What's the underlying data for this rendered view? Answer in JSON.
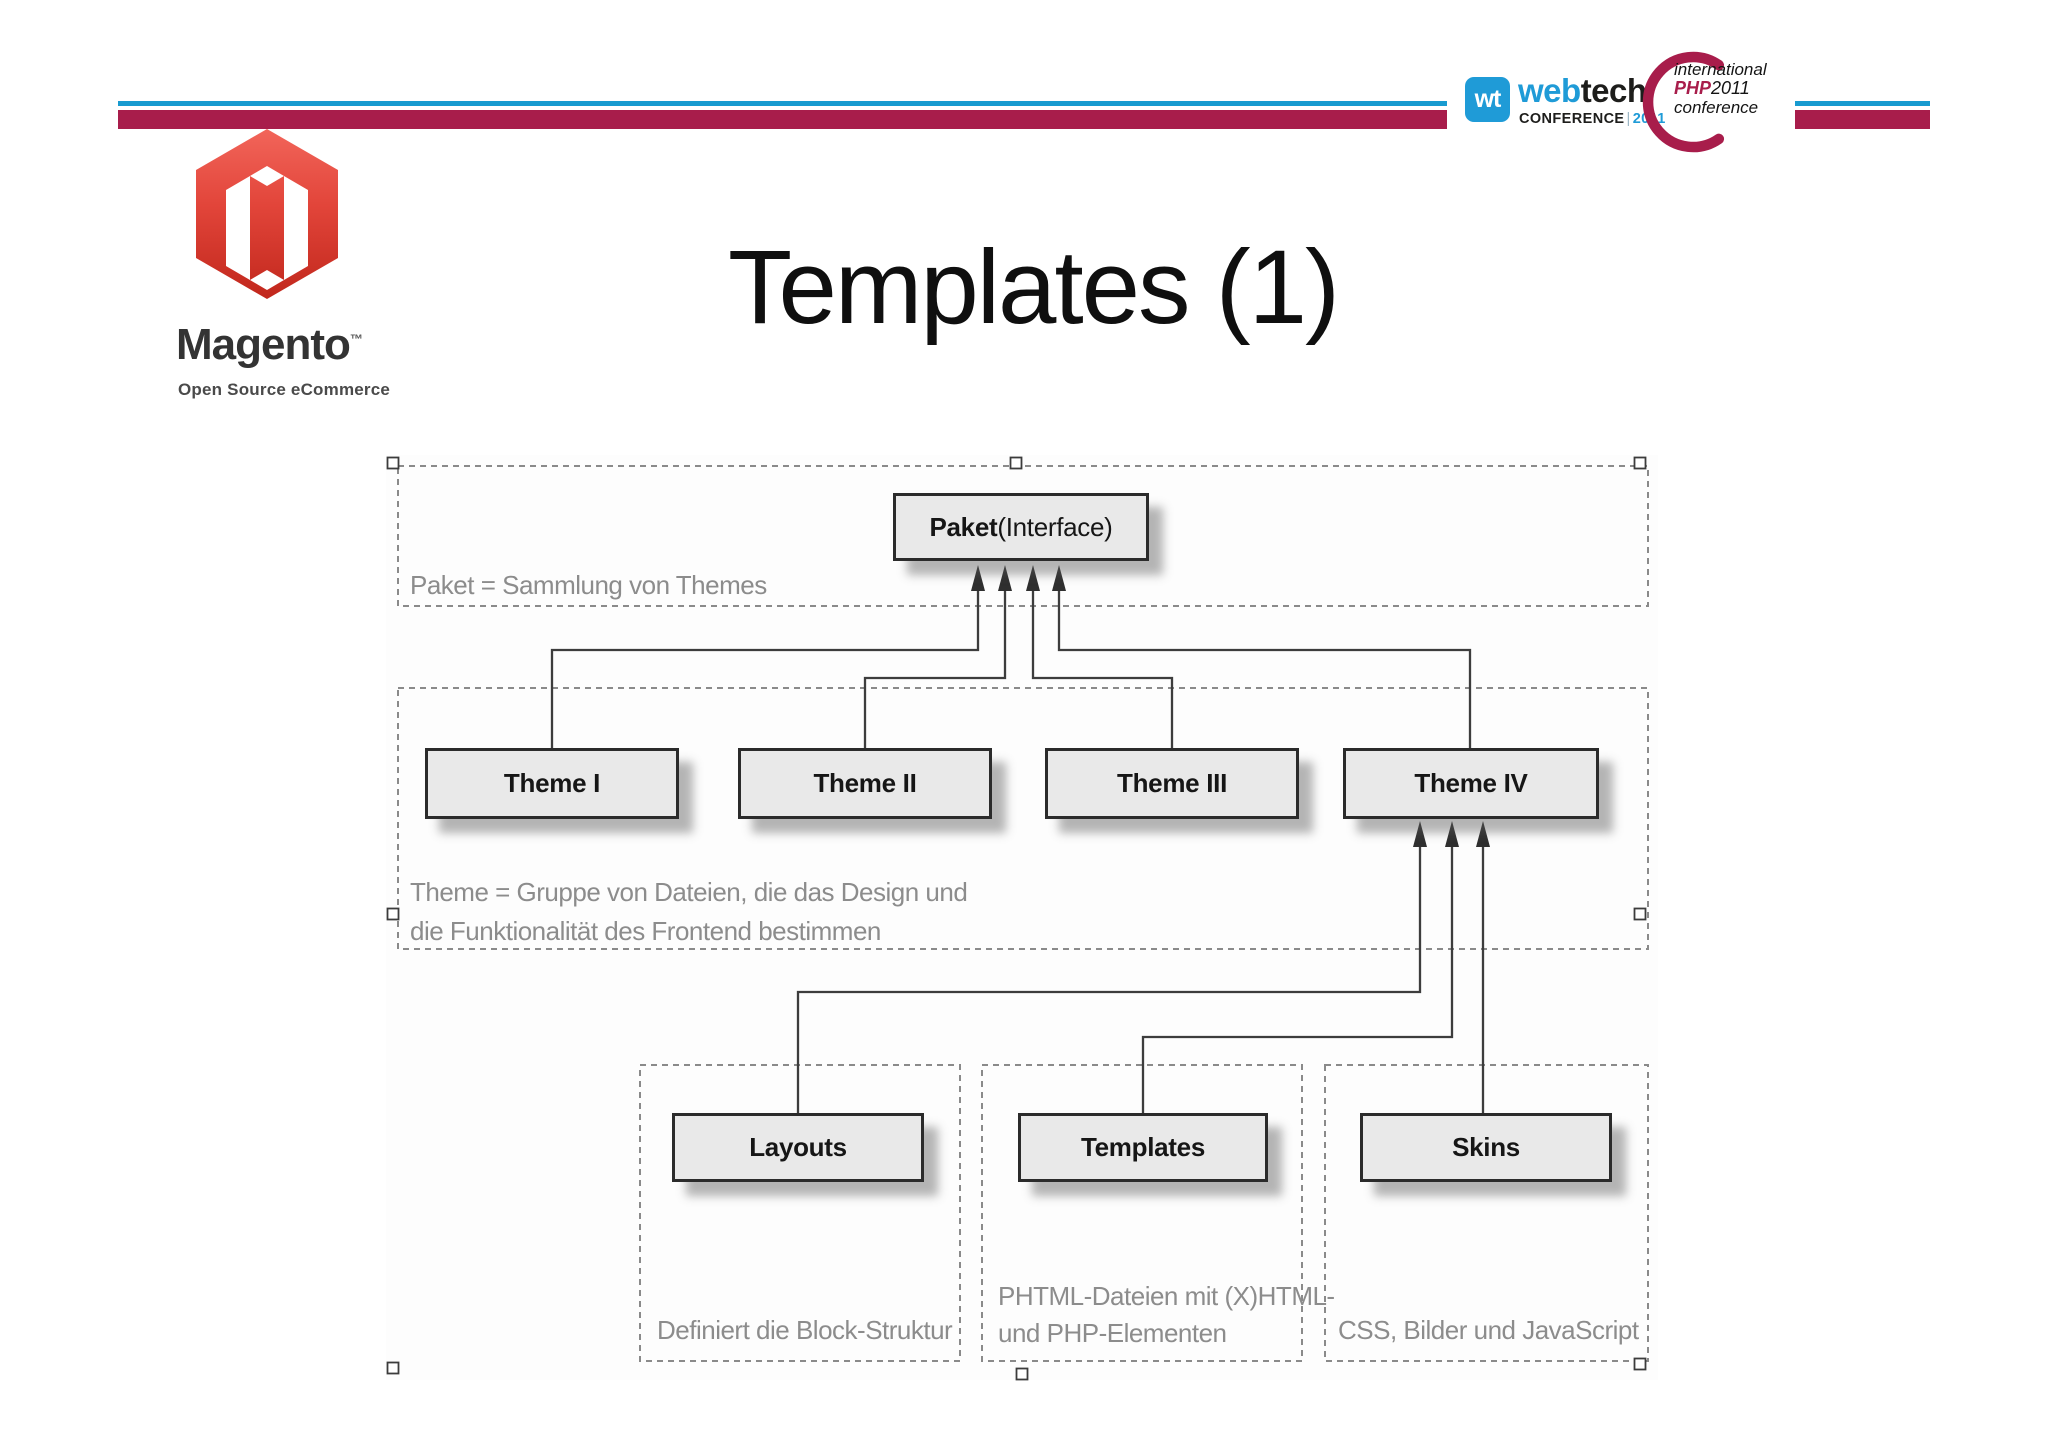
{
  "slide": {
    "title": "Templates (1)"
  },
  "header": {
    "colors": {
      "teal": "#189bd0",
      "maroon": "#a81d4b"
    },
    "webtech": {
      "icon_text": "wt",
      "name_web": "web",
      "name_tech": "tech",
      "sub_conference": "CONFERENCE",
      "sub_divider": "|",
      "sub_year": "2011"
    },
    "php_conference": {
      "line1": "international",
      "php": "PHP",
      "year": "2011",
      "line3": "conference"
    }
  },
  "branding": {
    "name": "Magento",
    "trademark": "™",
    "tagline": "Open Source eCommerce",
    "logo_color": "#e2453a"
  },
  "diagram": {
    "paket": {
      "box_bold": "Paket",
      "box_rest": " (Interface)",
      "caption": "Paket = Sammlung von Themes"
    },
    "themes": {
      "boxes": [
        "Theme I",
        "Theme II",
        "Theme III",
        "Theme IV"
      ],
      "caption_line1": "Theme = Gruppe von Dateien, die das Design und",
      "caption_line2": "die Funktionalität des Frontend bestimmen"
    },
    "components": [
      {
        "box": "Layouts",
        "caption_lines": [
          "Definiert die Block-Struktur"
        ]
      },
      {
        "box": "Templates",
        "caption_lines": [
          "PHTML-Dateien mit (X)HTML-",
          "und PHP-Elementen"
        ]
      },
      {
        "box": "Skins",
        "caption_lines": [
          "CSS, Bilder und JavaScript"
        ]
      }
    ],
    "styles": {
      "box_fill": "#e9e9e9",
      "box_border": "#2b2b2b",
      "caption_color": "#8c8c8c",
      "line_color": "#3d3d3d",
      "group_dash_color": "#8a8a8a"
    }
  }
}
